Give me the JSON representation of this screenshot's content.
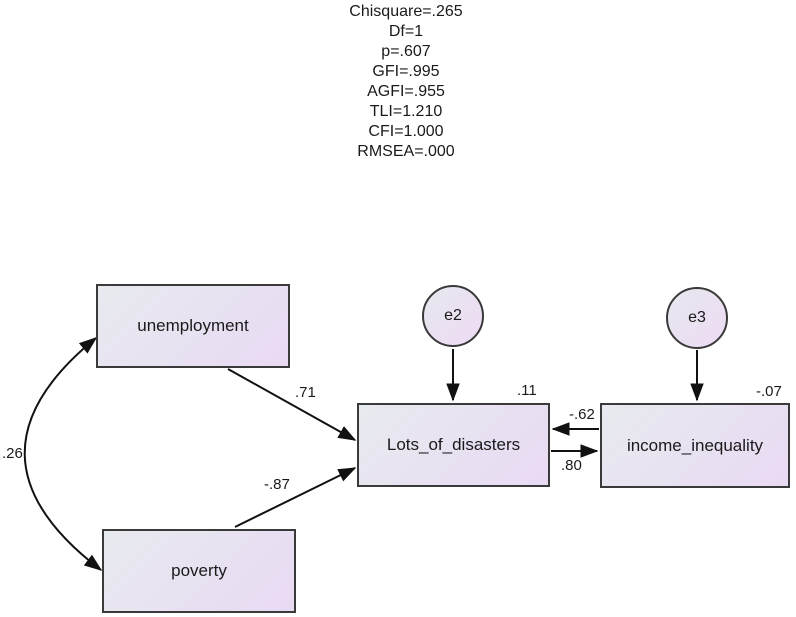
{
  "fit_stats": {
    "lines": [
      "Chisquare=.265",
      "Df=1",
      "p=.607",
      "GFI=.995",
      "AGFI=.955",
      "TLI=1.210",
      "CFI=1.000",
      "RMSEA=.000"
    ]
  },
  "diagram": {
    "type": "sem-path-diagram",
    "observed_variables": [
      {
        "name": "unemployment"
      },
      {
        "name": "poverty"
      },
      {
        "name": "Lots_of_disasters",
        "r_squared_label": ".11"
      },
      {
        "name": "income_inequality",
        "r_squared_label": "-.07"
      }
    ],
    "error_terms": [
      {
        "name": "e2",
        "points_to": "Lots_of_disasters"
      },
      {
        "name": "e3",
        "points_to": "income_inequality"
      }
    ],
    "paths": [
      {
        "from": "unemployment",
        "to": "Lots_of_disasters",
        "coefficient": ".71"
      },
      {
        "from": "poverty",
        "to": "Lots_of_disasters",
        "coefficient": "-.87"
      },
      {
        "from": "income_inequality",
        "to": "Lots_of_disasters",
        "coefficient": "-.62"
      },
      {
        "from": "Lots_of_disasters",
        "to": "income_inequality",
        "coefficient": ".80"
      }
    ],
    "covariances": [
      {
        "between": [
          "unemployment",
          "poverty"
        ],
        "coefficient": ".26"
      }
    ]
  },
  "colors": {
    "background": "#ffffff",
    "shape_border": "#3a3a3a",
    "shape_fill_top_left": "#e7eaee",
    "shape_fill_bottom_right": "#e9daf4",
    "line": "#111111",
    "text": "#1a1a1a"
  }
}
